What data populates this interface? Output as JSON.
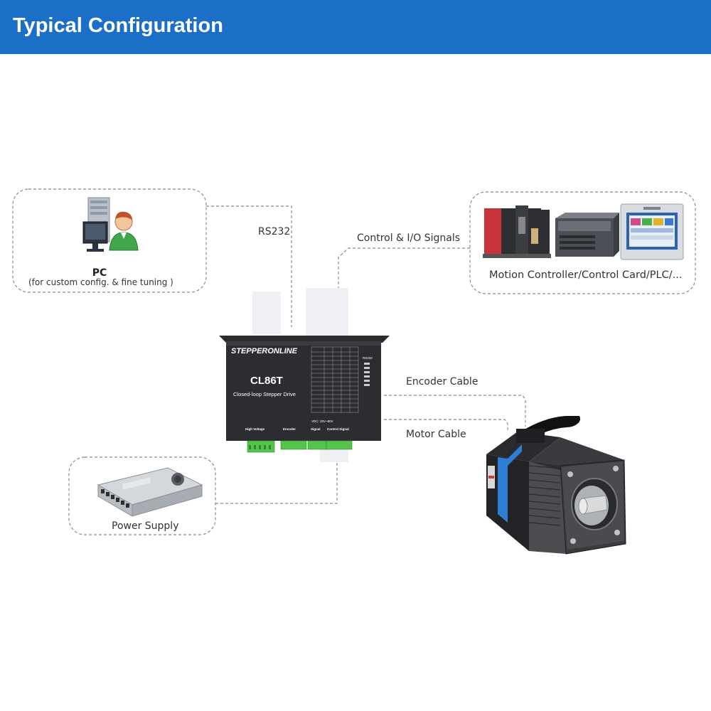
{
  "header": {
    "title": "Typical Configuration"
  },
  "pc": {
    "title": "PC",
    "subtitle": "(for custom config. & fine tuning )"
  },
  "controller": {
    "caption": "Motion Controller/Control Card/PLC/..."
  },
  "power_supply": {
    "caption": "Power Supply"
  },
  "connections": {
    "rs232": "RS232",
    "control_io": "Control & I/O Signals",
    "encoder": "Encoder Cable",
    "motor": "Motor Cable"
  },
  "drive": {
    "brand": "STEPPERONLINE",
    "model": "CL86T",
    "description": "Closed-loop Stepper Drive",
    "vdc": "VDC: 20V~80V",
    "rs232_port": "RS232",
    "sections": [
      "High Voltage",
      "Encoder",
      "Signal",
      "Control Signal"
    ]
  },
  "colors": {
    "header": "#1b6fc6",
    "dash": "#8a8a8a",
    "terminal": "#58c24e"
  }
}
